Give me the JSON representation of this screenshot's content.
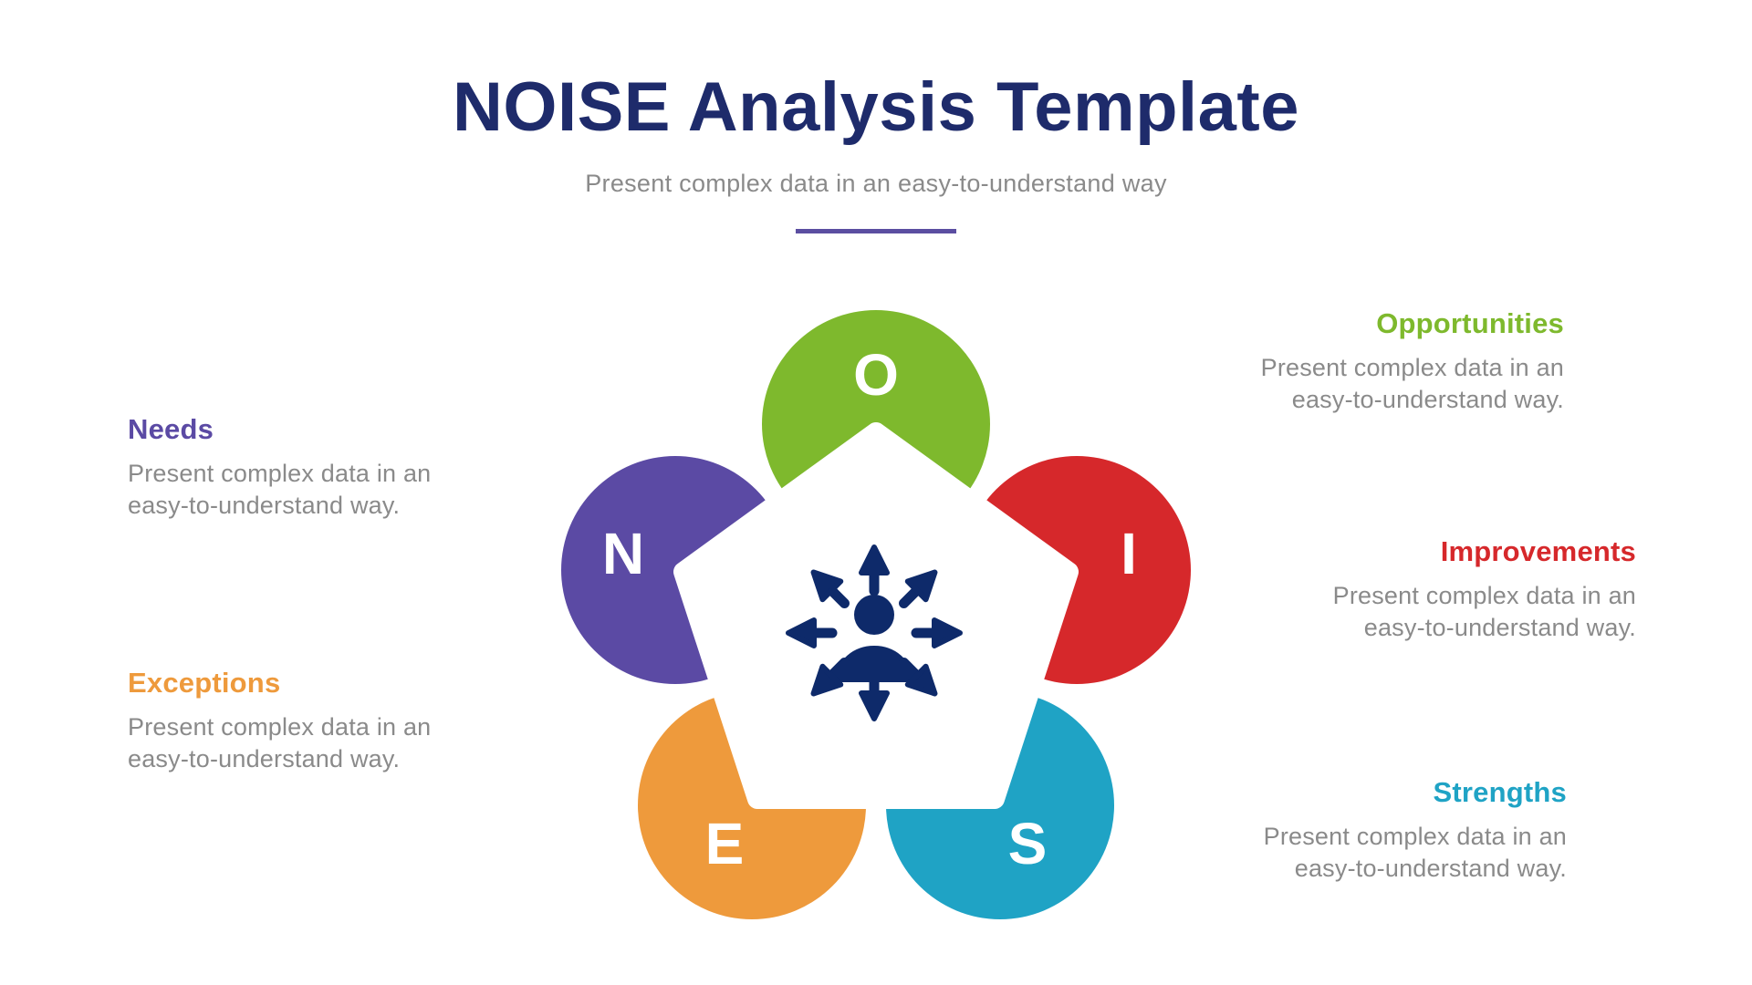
{
  "slide": {
    "title": "NOISE Analysis Template",
    "subtitle": "Present complex data in an easy-to-understand way"
  },
  "colors": {
    "title_navy": "#1E2B6B",
    "divider_purple": "#5B4EA1",
    "body_text_gray": "#8A8A8A",
    "icon_navy": "#0E2A6A",
    "pentagon_fill": "#FFFFFF",
    "background": "#FFFFFF"
  },
  "sections": [
    {
      "key": "needs",
      "letter": "N",
      "heading": "Needs",
      "desc_line1": "Present complex data in an",
      "desc_line2": "easy-to-understand way.",
      "color": "#5B4AA4",
      "side": "left"
    },
    {
      "key": "opportunities",
      "letter": "O",
      "heading": "Opportunities",
      "desc_line1": "Present complex data in an",
      "desc_line2": "easy-to-understand way.",
      "color": "#7EB92D",
      "side": "right"
    },
    {
      "key": "improvements",
      "letter": "I",
      "heading": "Improvements",
      "desc_line1": "Present complex data in an",
      "desc_line2": "easy-to-understand way.",
      "color": "#D6282B",
      "side": "right"
    },
    {
      "key": "strengths",
      "letter": "S",
      "heading": "Strengths",
      "desc_line1": "Present complex data in an",
      "desc_line2": "easy-to-understand way.",
      "color": "#1FA3C5",
      "side": "right"
    },
    {
      "key": "exceptions",
      "letter": "E",
      "heading": "Exceptions",
      "desc_line1": "Present complex data in an",
      "desc_line2": "easy-to-understand way.",
      "color": "#EE9A3C",
      "side": "left"
    }
  ],
  "diagram": {
    "shape": "pentagon with five circles at its vertices",
    "center_icon": "person-with-outward-arrows"
  }
}
